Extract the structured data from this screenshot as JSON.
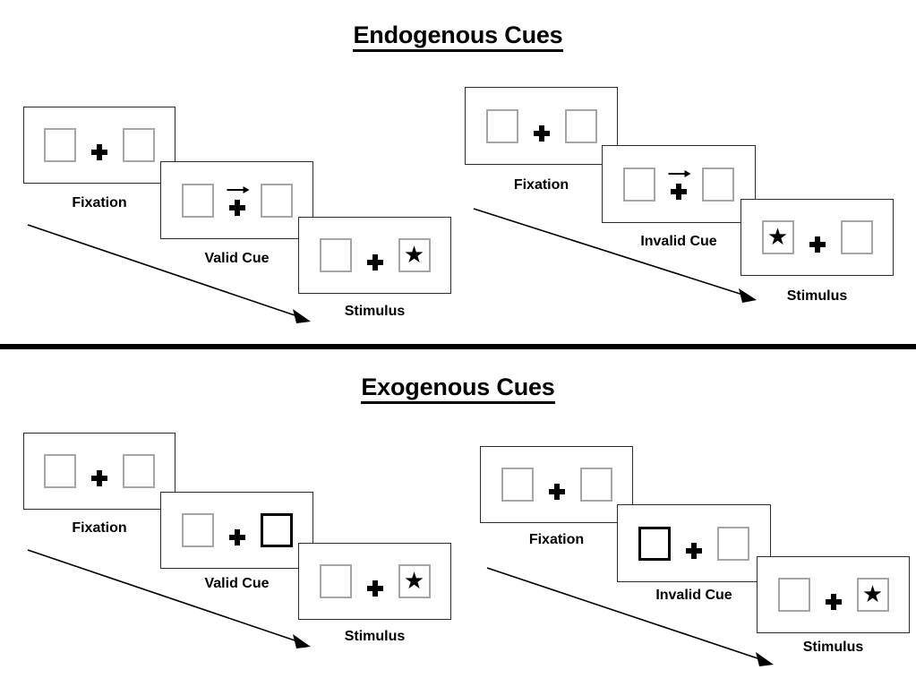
{
  "page": {
    "background": "#ffffff",
    "border_color_outer_panel": "#2b2b2b",
    "border_color_box": "#a6a6a6",
    "border_color_cued_box": "#000000",
    "text_color": "#000000"
  },
  "sections": [
    {
      "id": "endogenous",
      "title": "Endogenous Cues",
      "columns": [
        {
          "id": "endogenous-valid",
          "flow_arrow_label": "diagonal-flow-arrow",
          "panels": [
            {
              "id": "endogenous-valid-fixation",
              "caption": "Fixation",
              "left_box": {
                "content": "",
                "cued": false
              },
              "right_box": {
                "content": "",
                "cued": false
              },
              "center": {
                "plus": true,
                "arrow": "none"
              }
            },
            {
              "id": "endogenous-valid-cue",
              "caption": "Valid Cue",
              "left_box": {
                "content": "",
                "cued": false
              },
              "right_box": {
                "content": "",
                "cued": false
              },
              "center": {
                "plus": true,
                "arrow": "right"
              }
            },
            {
              "id": "endogenous-valid-stimulus",
              "caption": "Stimulus",
              "left_box": {
                "content": "",
                "cued": false
              },
              "right_box": {
                "content": "★",
                "cued": false
              },
              "center": {
                "plus": true,
                "arrow": "none"
              }
            }
          ]
        },
        {
          "id": "endogenous-invalid",
          "flow_arrow_label": "diagonal-flow-arrow",
          "panels": [
            {
              "id": "endogenous-invalid-fixation",
              "caption": "Fixation",
              "left_box": {
                "content": "",
                "cued": false
              },
              "right_box": {
                "content": "",
                "cued": false
              },
              "center": {
                "plus": true,
                "arrow": "none"
              }
            },
            {
              "id": "endogenous-invalid-cue",
              "caption": "Invalid Cue",
              "left_box": {
                "content": "",
                "cued": false
              },
              "right_box": {
                "content": "",
                "cued": false
              },
              "center": {
                "plus": true,
                "arrow": "right"
              }
            },
            {
              "id": "endogenous-invalid-stimulus",
              "caption": "Stimulus",
              "left_box": {
                "content": "★",
                "cued": false
              },
              "right_box": {
                "content": "",
                "cued": false
              },
              "center": {
                "plus": true,
                "arrow": "none"
              }
            }
          ]
        }
      ]
    },
    {
      "id": "exogenous",
      "title": "Exogenous Cues",
      "columns": [
        {
          "id": "exogenous-valid",
          "flow_arrow_label": "diagonal-flow-arrow",
          "panels": [
            {
              "id": "exogenous-valid-fixation",
              "caption": "Fixation",
              "left_box": {
                "content": "",
                "cued": false
              },
              "right_box": {
                "content": "",
                "cued": false
              },
              "center": {
                "plus": true,
                "arrow": "none"
              }
            },
            {
              "id": "exogenous-valid-cue",
              "caption": "Valid Cue",
              "left_box": {
                "content": "",
                "cued": false
              },
              "right_box": {
                "content": "",
                "cued": true
              },
              "center": {
                "plus": true,
                "arrow": "none"
              }
            },
            {
              "id": "exogenous-valid-stimulus",
              "caption": "Stimulus",
              "left_box": {
                "content": "",
                "cued": false
              },
              "right_box": {
                "content": "★",
                "cued": false
              },
              "center": {
                "plus": true,
                "arrow": "none"
              }
            }
          ]
        },
        {
          "id": "exogenous-invalid",
          "flow_arrow_label": "diagonal-flow-arrow",
          "panels": [
            {
              "id": "exogenous-invalid-fixation",
              "caption": "Fixation",
              "left_box": {
                "content": "",
                "cued": false
              },
              "right_box": {
                "content": "",
                "cued": false
              },
              "center": {
                "plus": true,
                "arrow": "none"
              }
            },
            {
              "id": "exogenous-invalid-cue",
              "caption": "Invalid Cue",
              "left_box": {
                "content": "",
                "cued": true
              },
              "right_box": {
                "content": "",
                "cued": false
              },
              "center": {
                "plus": true,
                "arrow": "none"
              }
            },
            {
              "id": "exogenous-invalid-stimulus",
              "caption": "Stimulus",
              "left_box": {
                "content": "",
                "cued": false
              },
              "right_box": {
                "content": "★",
                "cued": false
              },
              "center": {
                "plus": true,
                "arrow": "none"
              }
            }
          ]
        }
      ]
    }
  ],
  "icons": {
    "star": "★",
    "fixation_cross": "plus-icon",
    "cue_arrow": "arrow-right-icon",
    "flow_arrow": "diagonal-arrow-icon"
  }
}
